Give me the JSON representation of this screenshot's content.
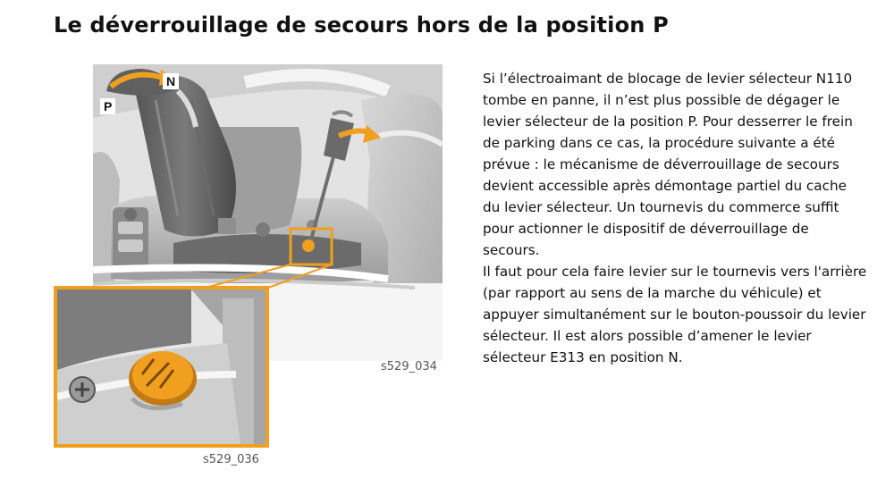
{
  "page": {
    "title": "Le déverrouillage de secours hors de la position P"
  },
  "figures": {
    "main": {
      "caption": "s529_034",
      "label_p": "P",
      "label_n": "N"
    },
    "zoom": {
      "caption": "s529_036"
    }
  },
  "colors": {
    "accent": "#f0a01e",
    "background": "#ffffff"
  },
  "body": {
    "paragraphs": [
      "Si l’électroaimant de blocage de levier sélecteur N110 tombe en panne, il n’est plus possible de dégager le levier sélecteur de la position P. Pour desserrer le frein de parking dans ce cas, la procédure suivante a été prévue : le mécanisme de déverrouillage de secours devient accessible après démontage partiel du cache du levier sélecteur. Un tournevis du commerce suffit pour actionner le dispositif de déverrouillage de secours.",
      "Il faut pour cela faire levier sur le tournevis vers l'arrière (par rapport au sens de la marche du véhicule) et appuyer simultanément sur le bouton-poussoir du levier sélecteur. Il est alors possible d’amener le levier sélecteur E313 en position N."
    ]
  }
}
